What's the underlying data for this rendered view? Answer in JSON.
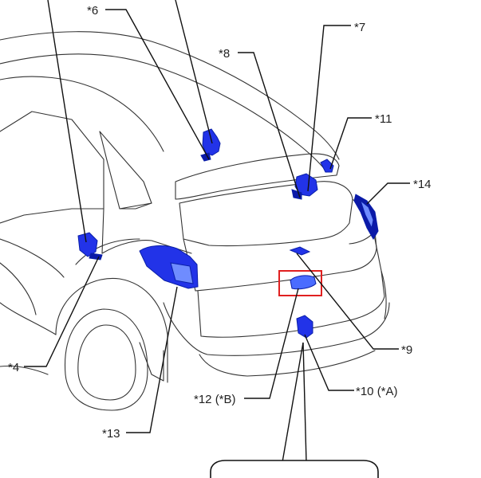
{
  "colors": {
    "part_fill": "#2233e8",
    "part_dark": "#0b19a8",
    "part_light": "#6f8cff",
    "highlight": "#e02020",
    "outline": "#333333"
  },
  "callouts": {
    "c4": "*4",
    "c6": "*6",
    "c7": "*7",
    "c8": "*8",
    "c9": "*9",
    "c10": "*10 (*A)",
    "c11": "*11",
    "c12": "*12 (*B)",
    "c13": "*13",
    "c14": "*14"
  }
}
